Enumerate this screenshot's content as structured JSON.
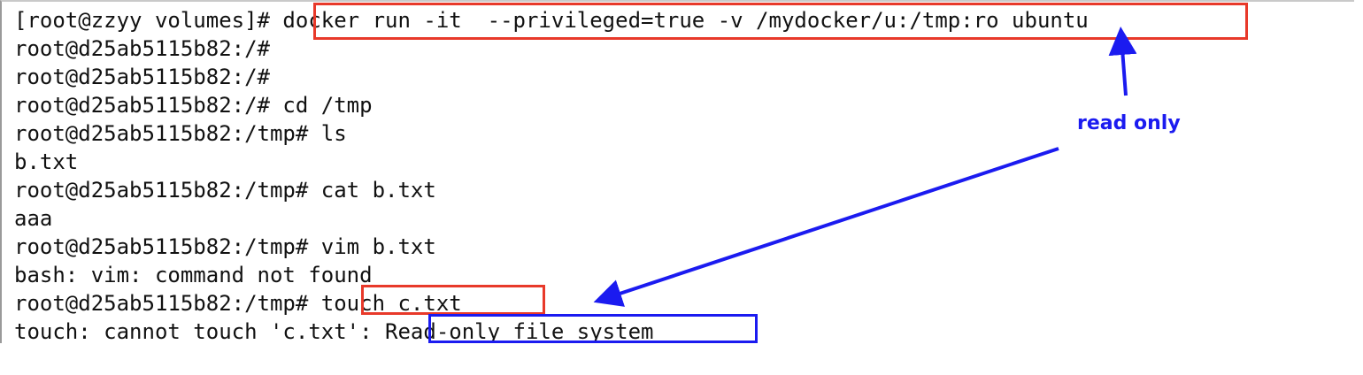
{
  "terminal": {
    "lines": [
      "[root@zzyy volumes]# docker run -it  --privileged=true -v /mydocker/u:/tmp:ro ubuntu",
      "root@d25ab5115b82:/#",
      "root@d25ab5115b82:/#",
      "root@d25ab5115b82:/# cd /tmp",
      "root@d25ab5115b82:/tmp# ls",
      "b.txt",
      "root@d25ab5115b82:/tmp# cat b.txt",
      "aaa",
      "root@d25ab5115b82:/tmp# vim b.txt",
      "bash: vim: command not found",
      "root@d25ab5115b82:/tmp# touch c.txt",
      "touch: cannot touch 'c.txt': Read-only file system"
    ]
  },
  "annotation": {
    "label": "read only"
  },
  "colors": {
    "highlight_red": "#e8392a",
    "highlight_blue": "#1b1bf0",
    "text": "#111111"
  }
}
